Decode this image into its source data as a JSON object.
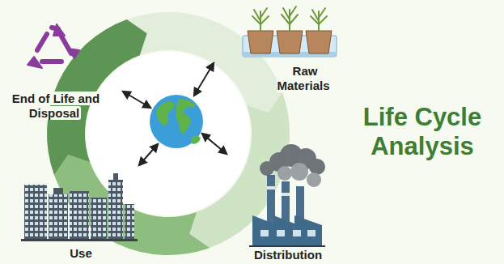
{
  "diagram": {
    "title": "Life Cycle Analysis",
    "labels": [
      "Raw Materials",
      "Distribution",
      "Use",
      "End of Life and Disposal"
    ]
  }
}
